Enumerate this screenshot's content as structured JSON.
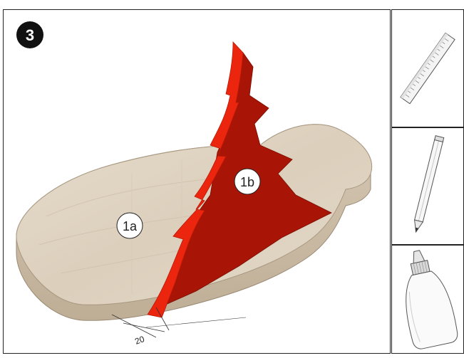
{
  "step": {
    "number": "3"
  },
  "labels": {
    "part_a": "1a",
    "part_b": "1b"
  },
  "dimension": {
    "value": "20"
  },
  "tools": [
    {
      "name": "ruler",
      "icon": "ruler-icon"
    },
    {
      "name": "pencil",
      "icon": "pencil-icon"
    },
    {
      "name": "glue",
      "icon": "glue-bottle-icon"
    }
  ],
  "colors": {
    "wood": "#ded2c0",
    "wood_edge": "#c9b9a3",
    "tree_red": "#e8200e",
    "tree_dark": "#9b1405",
    "badge": "#111111"
  }
}
